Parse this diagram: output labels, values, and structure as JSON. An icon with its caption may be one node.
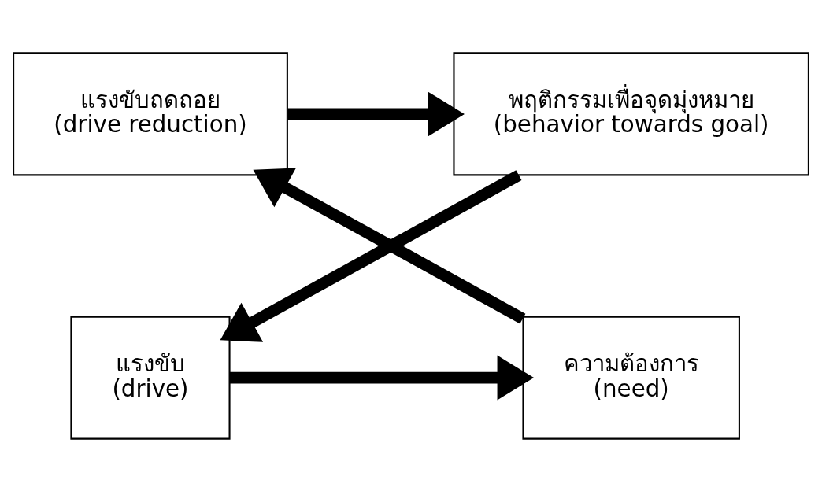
{
  "diagram": {
    "nodes": [
      {
        "text": [
          "แรงขับถดถอย",
          "(drive reduction)"
        ]
      },
      {
        "text": [
          "ความต้องการ",
          "(need)"
        ]
      },
      {
        "text": [
          "พฤติกรรมเพื่อจุดมุ่งหมาย",
          "(behavior towards goal)"
        ]
      },
      {
        "text": [
          "แรงขับ",
          "(drive)"
        ]
      }
    ],
    "edges": [
      {
        "from": 1,
        "to": 0,
        "arrow": "to"
      },
      {
        "from": 0,
        "to": 2,
        "arrow": "to"
      },
      {
        "from": 2,
        "to": 3,
        "arrow": "to"
      },
      {
        "from": 3,
        "to": 1,
        "arrow": "to"
      }
    ]
  }
}
